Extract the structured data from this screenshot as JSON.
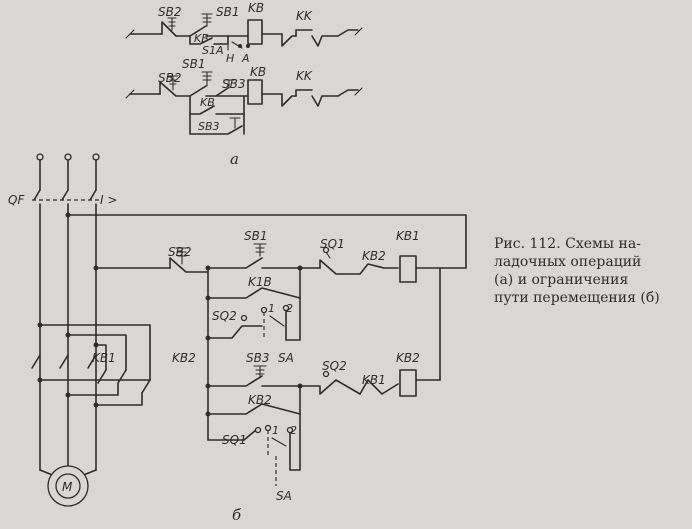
{
  "diagram_a": {
    "row1": {
      "sb2": "SB2",
      "sb1": "SB1",
      "kb_coil": "KB",
      "kk": "KK",
      "kb_contact": "KB",
      "s1a": "S1A",
      "h": "H",
      "a": "A"
    },
    "row2": {
      "sb1": "SB1",
      "sb2": "SB2",
      "sb3": "SB3",
      "kb_coil": "KB",
      "kk": "KK",
      "kb_contact": "KB",
      "sb3_bottom": "SB3"
    },
    "sublabel": "а"
  },
  "diagram_b": {
    "qf": "QF",
    "i_gt": "I >",
    "kb1_power": "KB1",
    "kb2_power": "KB2",
    "motor": "M",
    "top": {
      "sb2": "SB2",
      "sb1": "SB1",
      "sq1": "SQ1",
      "kb2": "KB2",
      "kb1_coil": "KB1",
      "k1b": "K1B",
      "sq2": "SQ2",
      "sa_1": "1",
      "sa_2": "2",
      "sa": "SA"
    },
    "bottom": {
      "sb3": "SB3",
      "sq2": "SQ2",
      "kb1": "KB1",
      "kb2_coil": "KB2",
      "kb2_hold": "KB2",
      "sq1": "SQ1",
      "sa_1": "1",
      "sa_2": "2",
      "sa": "SA"
    },
    "sublabel": "б"
  },
  "caption": {
    "lines": [
      "Рис. 112. Схемы на-",
      "ладочных   операций",
      "(а)   и   ограничения",
      "пути перемещения (б)"
    ]
  }
}
